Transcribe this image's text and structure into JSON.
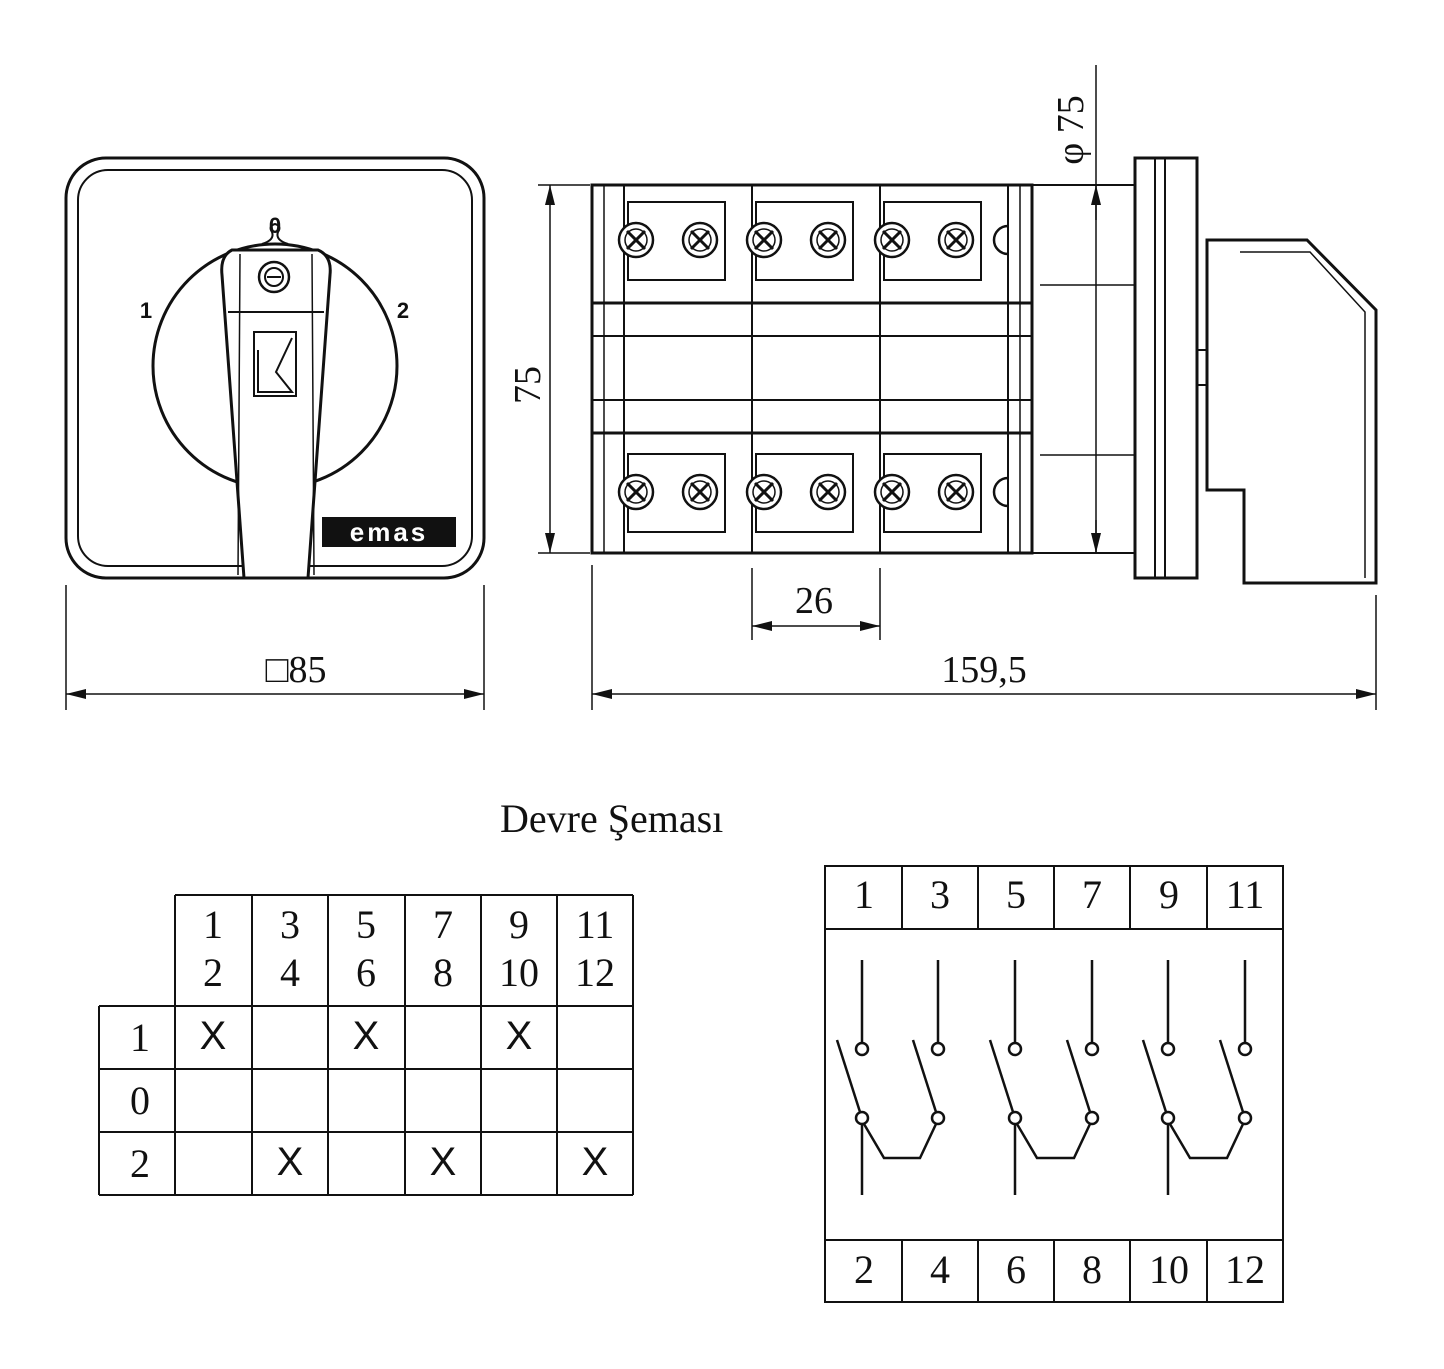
{
  "front_view": {
    "positions": {
      "left": "1",
      "center": "0",
      "right": "2"
    },
    "brand": "emas",
    "width_dimension": "□85"
  },
  "side_view": {
    "diameter_label": "φ 75",
    "height_dimension": "75",
    "spacing_dimension": "26",
    "length_dimension": "159,5"
  },
  "circuit_title": "Devre Şeması",
  "switching_table": {
    "columns": [
      {
        "top": "1",
        "bottom": "2"
      },
      {
        "top": "3",
        "bottom": "4"
      },
      {
        "top": "5",
        "bottom": "6"
      },
      {
        "top": "7",
        "bottom": "8"
      },
      {
        "top": "9",
        "bottom": "10"
      },
      {
        "top": "11",
        "bottom": "12"
      }
    ],
    "rows": [
      {
        "position": "1",
        "cells": [
          "X",
          "",
          "X",
          "",
          "X",
          ""
        ]
      },
      {
        "position": "0",
        "cells": [
          "",
          "",
          "",
          "",
          "",
          ""
        ]
      },
      {
        "position": "2",
        "cells": [
          "",
          "X",
          "",
          "X",
          "",
          "X"
        ]
      }
    ]
  },
  "schematic": {
    "top_terminals": [
      "1",
      "3",
      "5",
      "7",
      "9",
      "11"
    ],
    "bottom_terminals": [
      "2",
      "4",
      "6",
      "8",
      "10",
      "12"
    ]
  }
}
